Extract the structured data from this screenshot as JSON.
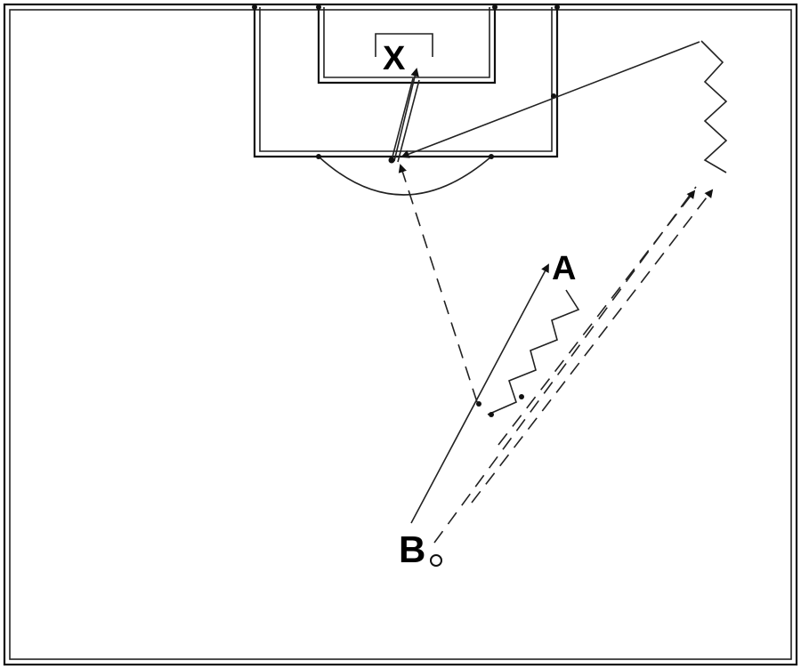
{
  "diagram": {
    "labels": {
      "player_x": "X",
      "player_a": "A",
      "player_b": "B"
    },
    "colors": {
      "line": "#111111",
      "background": "#ffffff"
    }
  }
}
